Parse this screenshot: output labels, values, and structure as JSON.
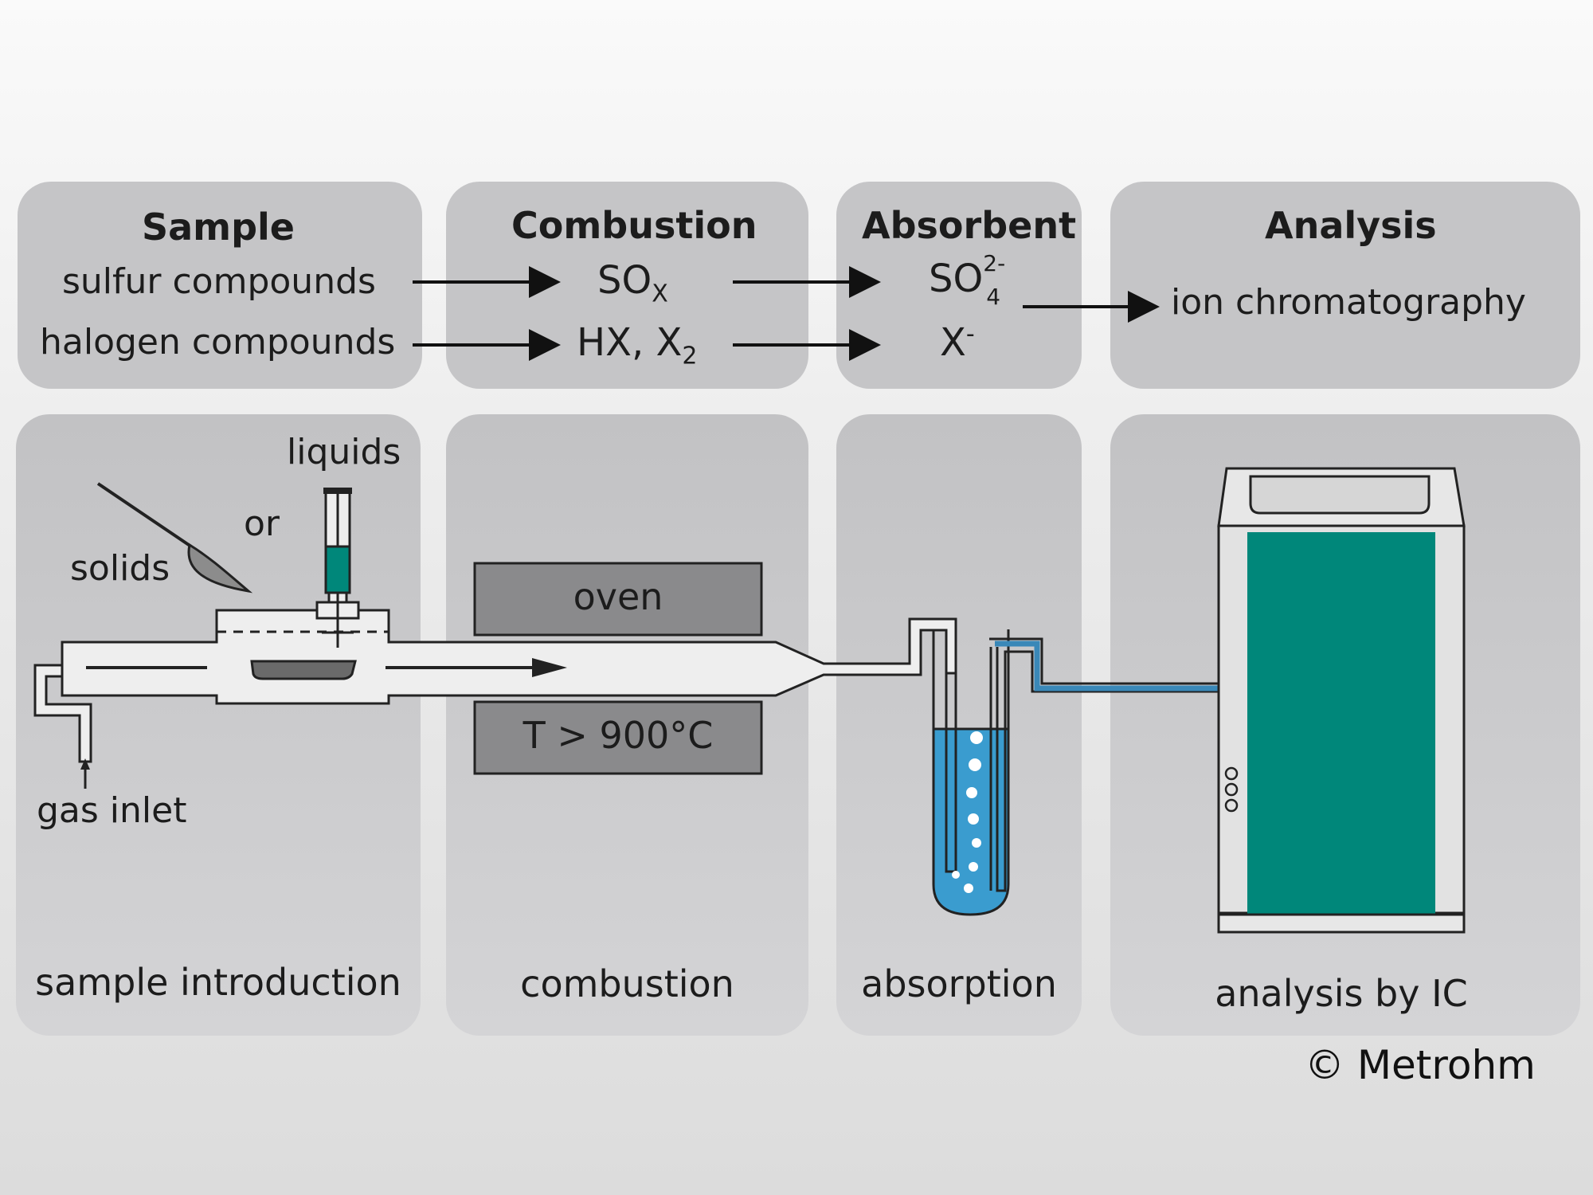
{
  "stages": {
    "sample": {
      "heading": "Sample",
      "row1": "sulfur compounds",
      "row2": "halogen compounds",
      "caption": "sample introduction"
    },
    "combustion": {
      "heading": "Combustion",
      "row1_base": "SO",
      "row1_sub": "X",
      "row2_base": "HX, X",
      "row2_sub": "2",
      "caption": "combustion",
      "oven_label": "oven",
      "temp_label": "T > 900°C"
    },
    "absorbent": {
      "heading": "Absorbent",
      "row1_base": "SO",
      "row1_sub": "4",
      "row1_sup": "2-",
      "row2_base": "X",
      "row2_sup": "-",
      "caption": "absorption"
    },
    "analysis": {
      "heading": "Analysis",
      "method": "ion chromatography",
      "caption": "analysis by IC"
    }
  },
  "apparatus_labels": {
    "liquids": "liquids",
    "or": "or",
    "solids": "solids",
    "gas_inlet": "gas inlet"
  },
  "colors": {
    "panel": "#c5c5c7",
    "oven_box": "#8a8a8c",
    "absorbent_liquid": "#3a9ccf",
    "instrument_teal": "#00877a",
    "tubing_blue": "#3a88b8"
  },
  "copyright": "© Metrohm"
}
